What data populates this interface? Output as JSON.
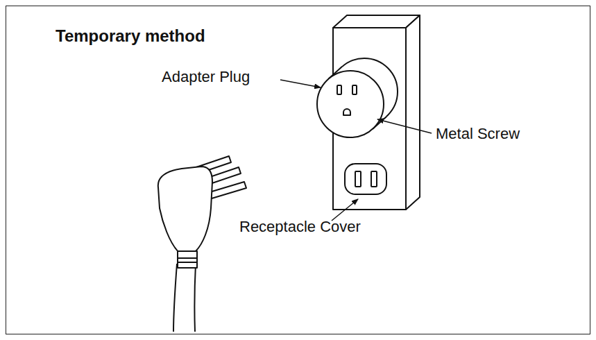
{
  "diagram": {
    "title": "Temporary method",
    "labels": [
      "Adapter Plug",
      "Metal Screw",
      "Receptacle Cover"
    ]
  }
}
